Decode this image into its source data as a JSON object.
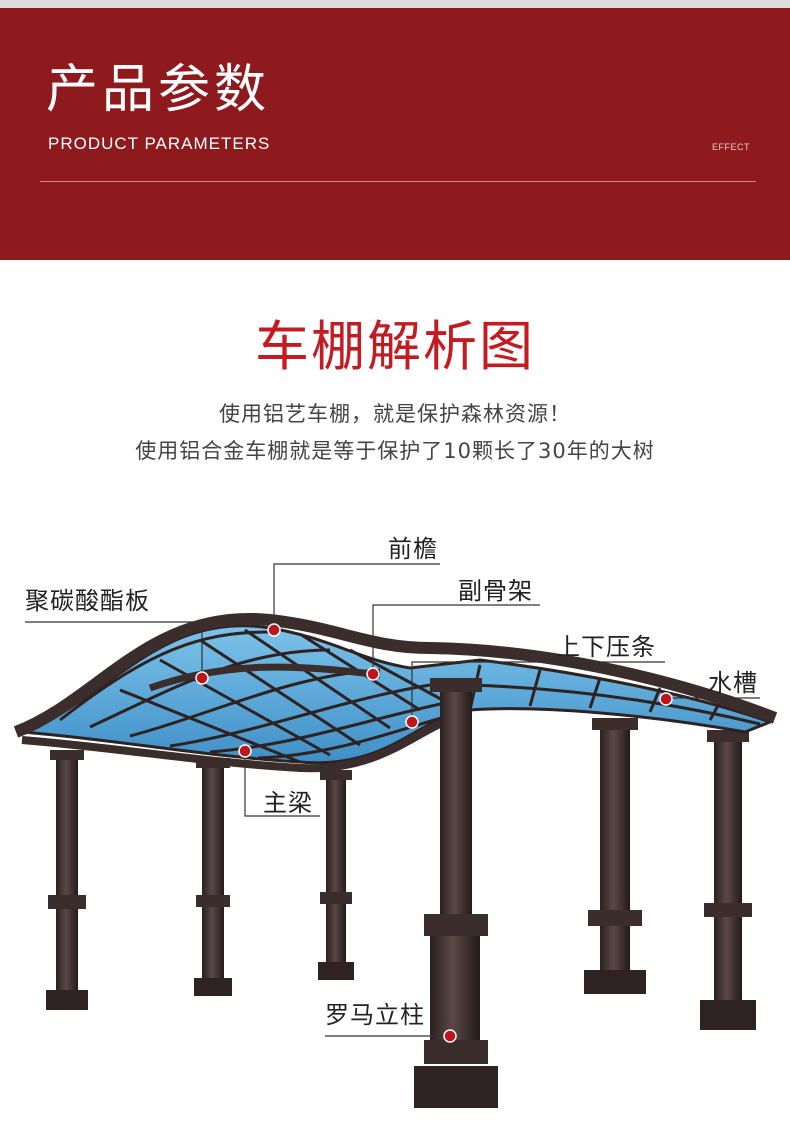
{
  "header": {
    "title": "产品参数",
    "subtitle": "PRODUCT PARAMETERS",
    "effect": "EFFECT"
  },
  "section": {
    "title": "车棚解析图",
    "desc_line1": "使用铝艺车棚，就是保护森林资源！",
    "desc_line2": "使用铝合金车棚就是等于保护了10颗长了30年的大树"
  },
  "diagram": {
    "labels": {
      "front_eave": "前檐",
      "polycarbonate": "聚碳酸酯板",
      "sub_frame": "副骨架",
      "press_strip": "上下压条",
      "gutter": "水槽",
      "main_beam": "主梁",
      "roman_column": "罗马立柱"
    }
  },
  "colors": {
    "header_bg": "#8e1a1d",
    "title_red": "#c41a22",
    "marker_red": "#c0141c",
    "frame_dark": "#3a2d2c",
    "panel_blue": "#5aa9d6"
  }
}
